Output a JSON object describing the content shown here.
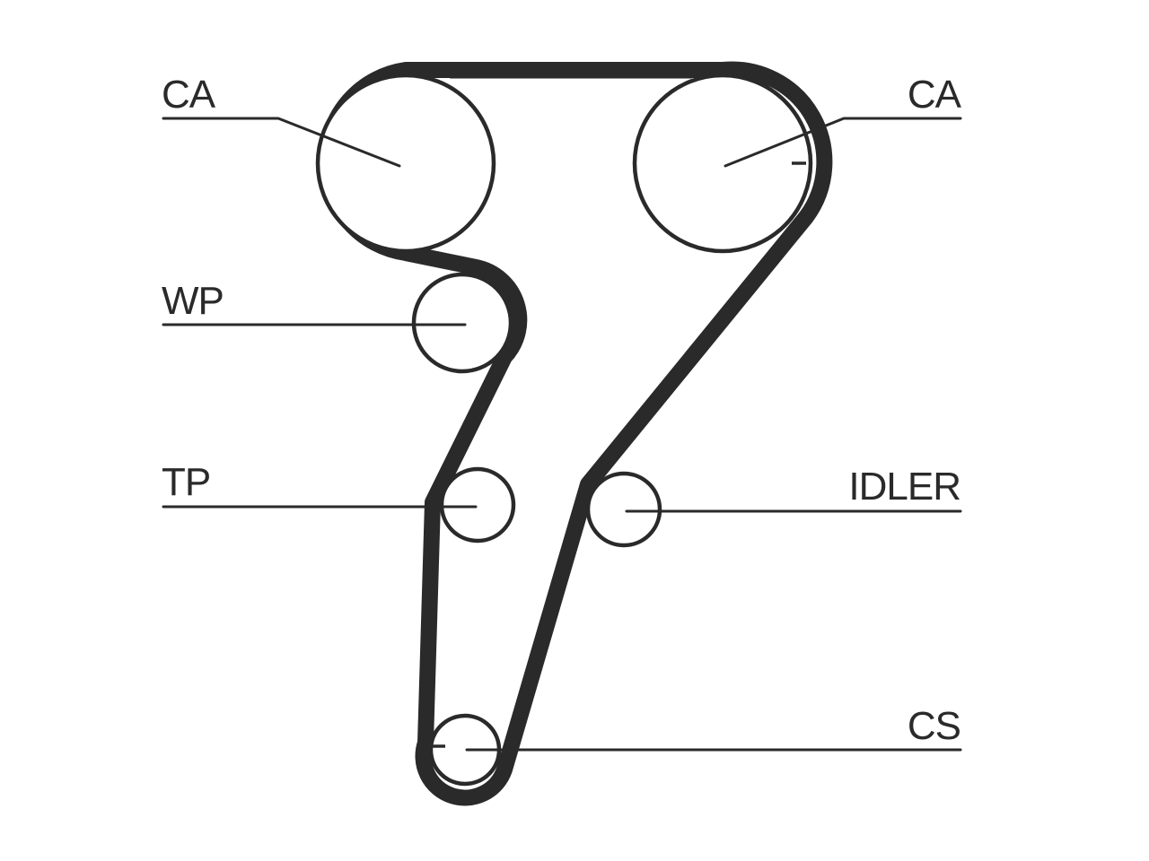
{
  "labels": {
    "cam_left": "CA",
    "cam_right": "CA",
    "water_pump": "WP",
    "tensioner": "TP",
    "idler": "IDLER",
    "crankshaft": "CS"
  },
  "colors": {
    "ink": "#2a2a2a",
    "background": "#ffffff"
  }
}
